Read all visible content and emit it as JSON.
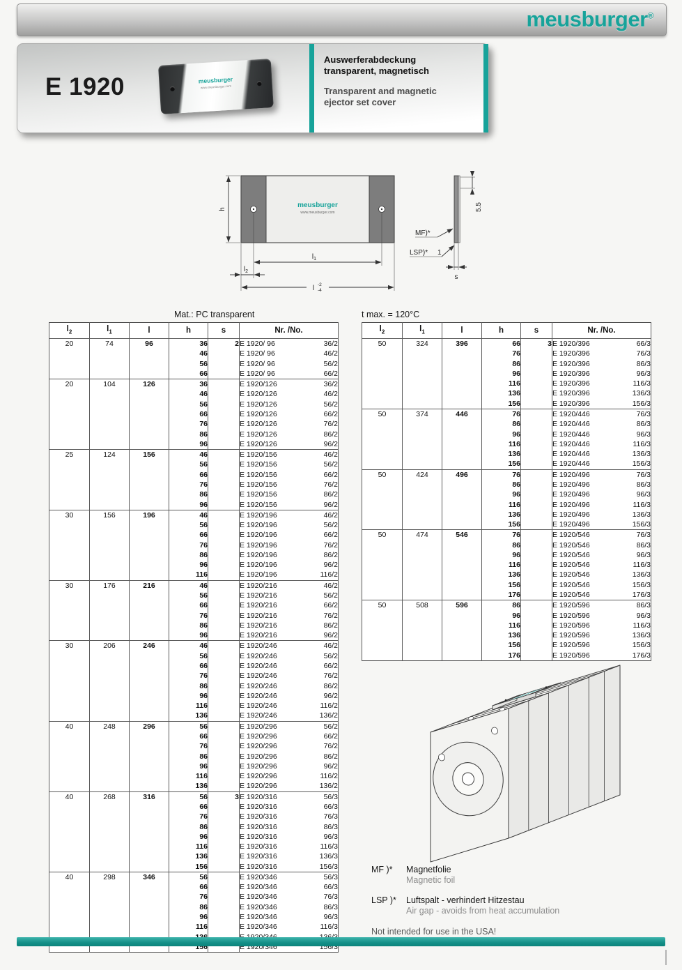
{
  "brand": {
    "logo_text": "meusburger",
    "registered": "®"
  },
  "product": {
    "code": "E 1920",
    "name_de_line1": "Auswerferabdeckung",
    "name_de_line2": "transparent, magnetisch",
    "name_en_line1": "Transparent and magnetic",
    "name_en_line2": "ejector set cover"
  },
  "drawing": {
    "logo": "meusburger",
    "url": "www.meusburger.com",
    "dims": {
      "h": "h",
      "l1_base": "l",
      "l1_sub": "1",
      "l2_base": "l",
      "l2_sub": "2",
      "l_base": "l",
      "l_tol_upper": "-2",
      "l_tol_lower": "-4",
      "thickness": "5.5",
      "mf": "MF)*",
      "lsp": "LSP)*",
      "lsp_gap": "1",
      "s": "s"
    }
  },
  "tables": {
    "left": {
      "title": "Mat.: PC transparent",
      "headers": [
        "l2",
        "l1",
        "l",
        "h",
        "s",
        "Nr. /No."
      ],
      "groups": [
        {
          "l2": "20",
          "l1": "74",
          "l": "96",
          "s": "2",
          "sfx": "2",
          "no": "E 1920/ 96",
          "h": [
            "36",
            "46",
            "56",
            "66"
          ]
        },
        {
          "l2": "20",
          "l1": "104",
          "l": "126",
          "s": "",
          "sfx": "2",
          "no": "E 1920/126",
          "h": [
            "36",
            "46",
            "56",
            "66",
            "76",
            "86",
            "96"
          ]
        },
        {
          "l2": "25",
          "l1": "124",
          "l": "156",
          "s": "",
          "sfx": "2",
          "no": "E 1920/156",
          "h": [
            "46",
            "56",
            "66",
            "76",
            "86",
            "96"
          ]
        },
        {
          "l2": "30",
          "l1": "156",
          "l": "196",
          "s": "",
          "sfx": "2",
          "no": "E 1920/196",
          "h": [
            "46",
            "56",
            "66",
            "76",
            "86",
            "96",
            "116"
          ]
        },
        {
          "l2": "30",
          "l1": "176",
          "l": "216",
          "s": "",
          "sfx": "2",
          "no": "E 1920/216",
          "h": [
            "46",
            "56",
            "66",
            "76",
            "86",
            "96"
          ]
        },
        {
          "l2": "30",
          "l1": "206",
          "l": "246",
          "s": "",
          "sfx": "2",
          "no": "E 1920/246",
          "h": [
            "46",
            "56",
            "66",
            "76",
            "86",
            "96",
            "116",
            "136"
          ]
        },
        {
          "l2": "40",
          "l1": "248",
          "l": "296",
          "s": "",
          "sfx": "2",
          "no": "E 1920/296",
          "h": [
            "56",
            "66",
            "76",
            "86",
            "96",
            "116",
            "136"
          ]
        },
        {
          "l2": "40",
          "l1": "268",
          "l": "316",
          "s": "3",
          "sfx": "3",
          "no": "E 1920/316",
          "h": [
            "56",
            "66",
            "76",
            "86",
            "96",
            "116",
            "136",
            "156"
          ]
        },
        {
          "l2": "40",
          "l1": "298",
          "l": "346",
          "s": "",
          "sfx": "3",
          "no": "E 1920/346",
          "h": [
            "56",
            "66",
            "76",
            "86",
            "96",
            "116",
            "136",
            "156"
          ]
        }
      ]
    },
    "right": {
      "title": "t max. = 120°C",
      "headers": [
        "l2",
        "l1",
        "l",
        "h",
        "s",
        "Nr. /No."
      ],
      "groups": [
        {
          "l2": "50",
          "l1": "324",
          "l": "396",
          "s": "3",
          "sfx": "3",
          "no": "E 1920/396",
          "h": [
            "66",
            "76",
            "86",
            "96",
            "116",
            "136",
            "156"
          ]
        },
        {
          "l2": "50",
          "l1": "374",
          "l": "446",
          "s": "",
          "sfx": "3",
          "no": "E 1920/446",
          "h": [
            "76",
            "86",
            "96",
            "116",
            "136",
            "156"
          ]
        },
        {
          "l2": "50",
          "l1": "424",
          "l": "496",
          "s": "",
          "sfx": "3",
          "no": "E 1920/496",
          "h": [
            "76",
            "86",
            "96",
            "116",
            "136",
            "156"
          ]
        },
        {
          "l2": "50",
          "l1": "474",
          "l": "546",
          "s": "",
          "sfx": "3",
          "no": "E 1920/546",
          "h": [
            "76",
            "86",
            "96",
            "116",
            "136",
            "156",
            "176"
          ]
        },
        {
          "l2": "50",
          "l1": "508",
          "l": "596",
          "s": "",
          "sfx": "3",
          "no": "E 1920/596",
          "h": [
            "86",
            "96",
            "116",
            "136",
            "156",
            "176"
          ]
        }
      ]
    }
  },
  "notes": {
    "mf_key": "MF )*",
    "mf_de": "Magnetfolie",
    "mf_en": "Magnetic foil",
    "lsp_key": "LSP )*",
    "lsp_de": "Luftspalt - verhindert Hitzestau",
    "lsp_en": "Air gap - avoids from heat accumulation",
    "usa": "Not intended for use in the USA!"
  },
  "colors": {
    "accent": "#17a39a"
  }
}
